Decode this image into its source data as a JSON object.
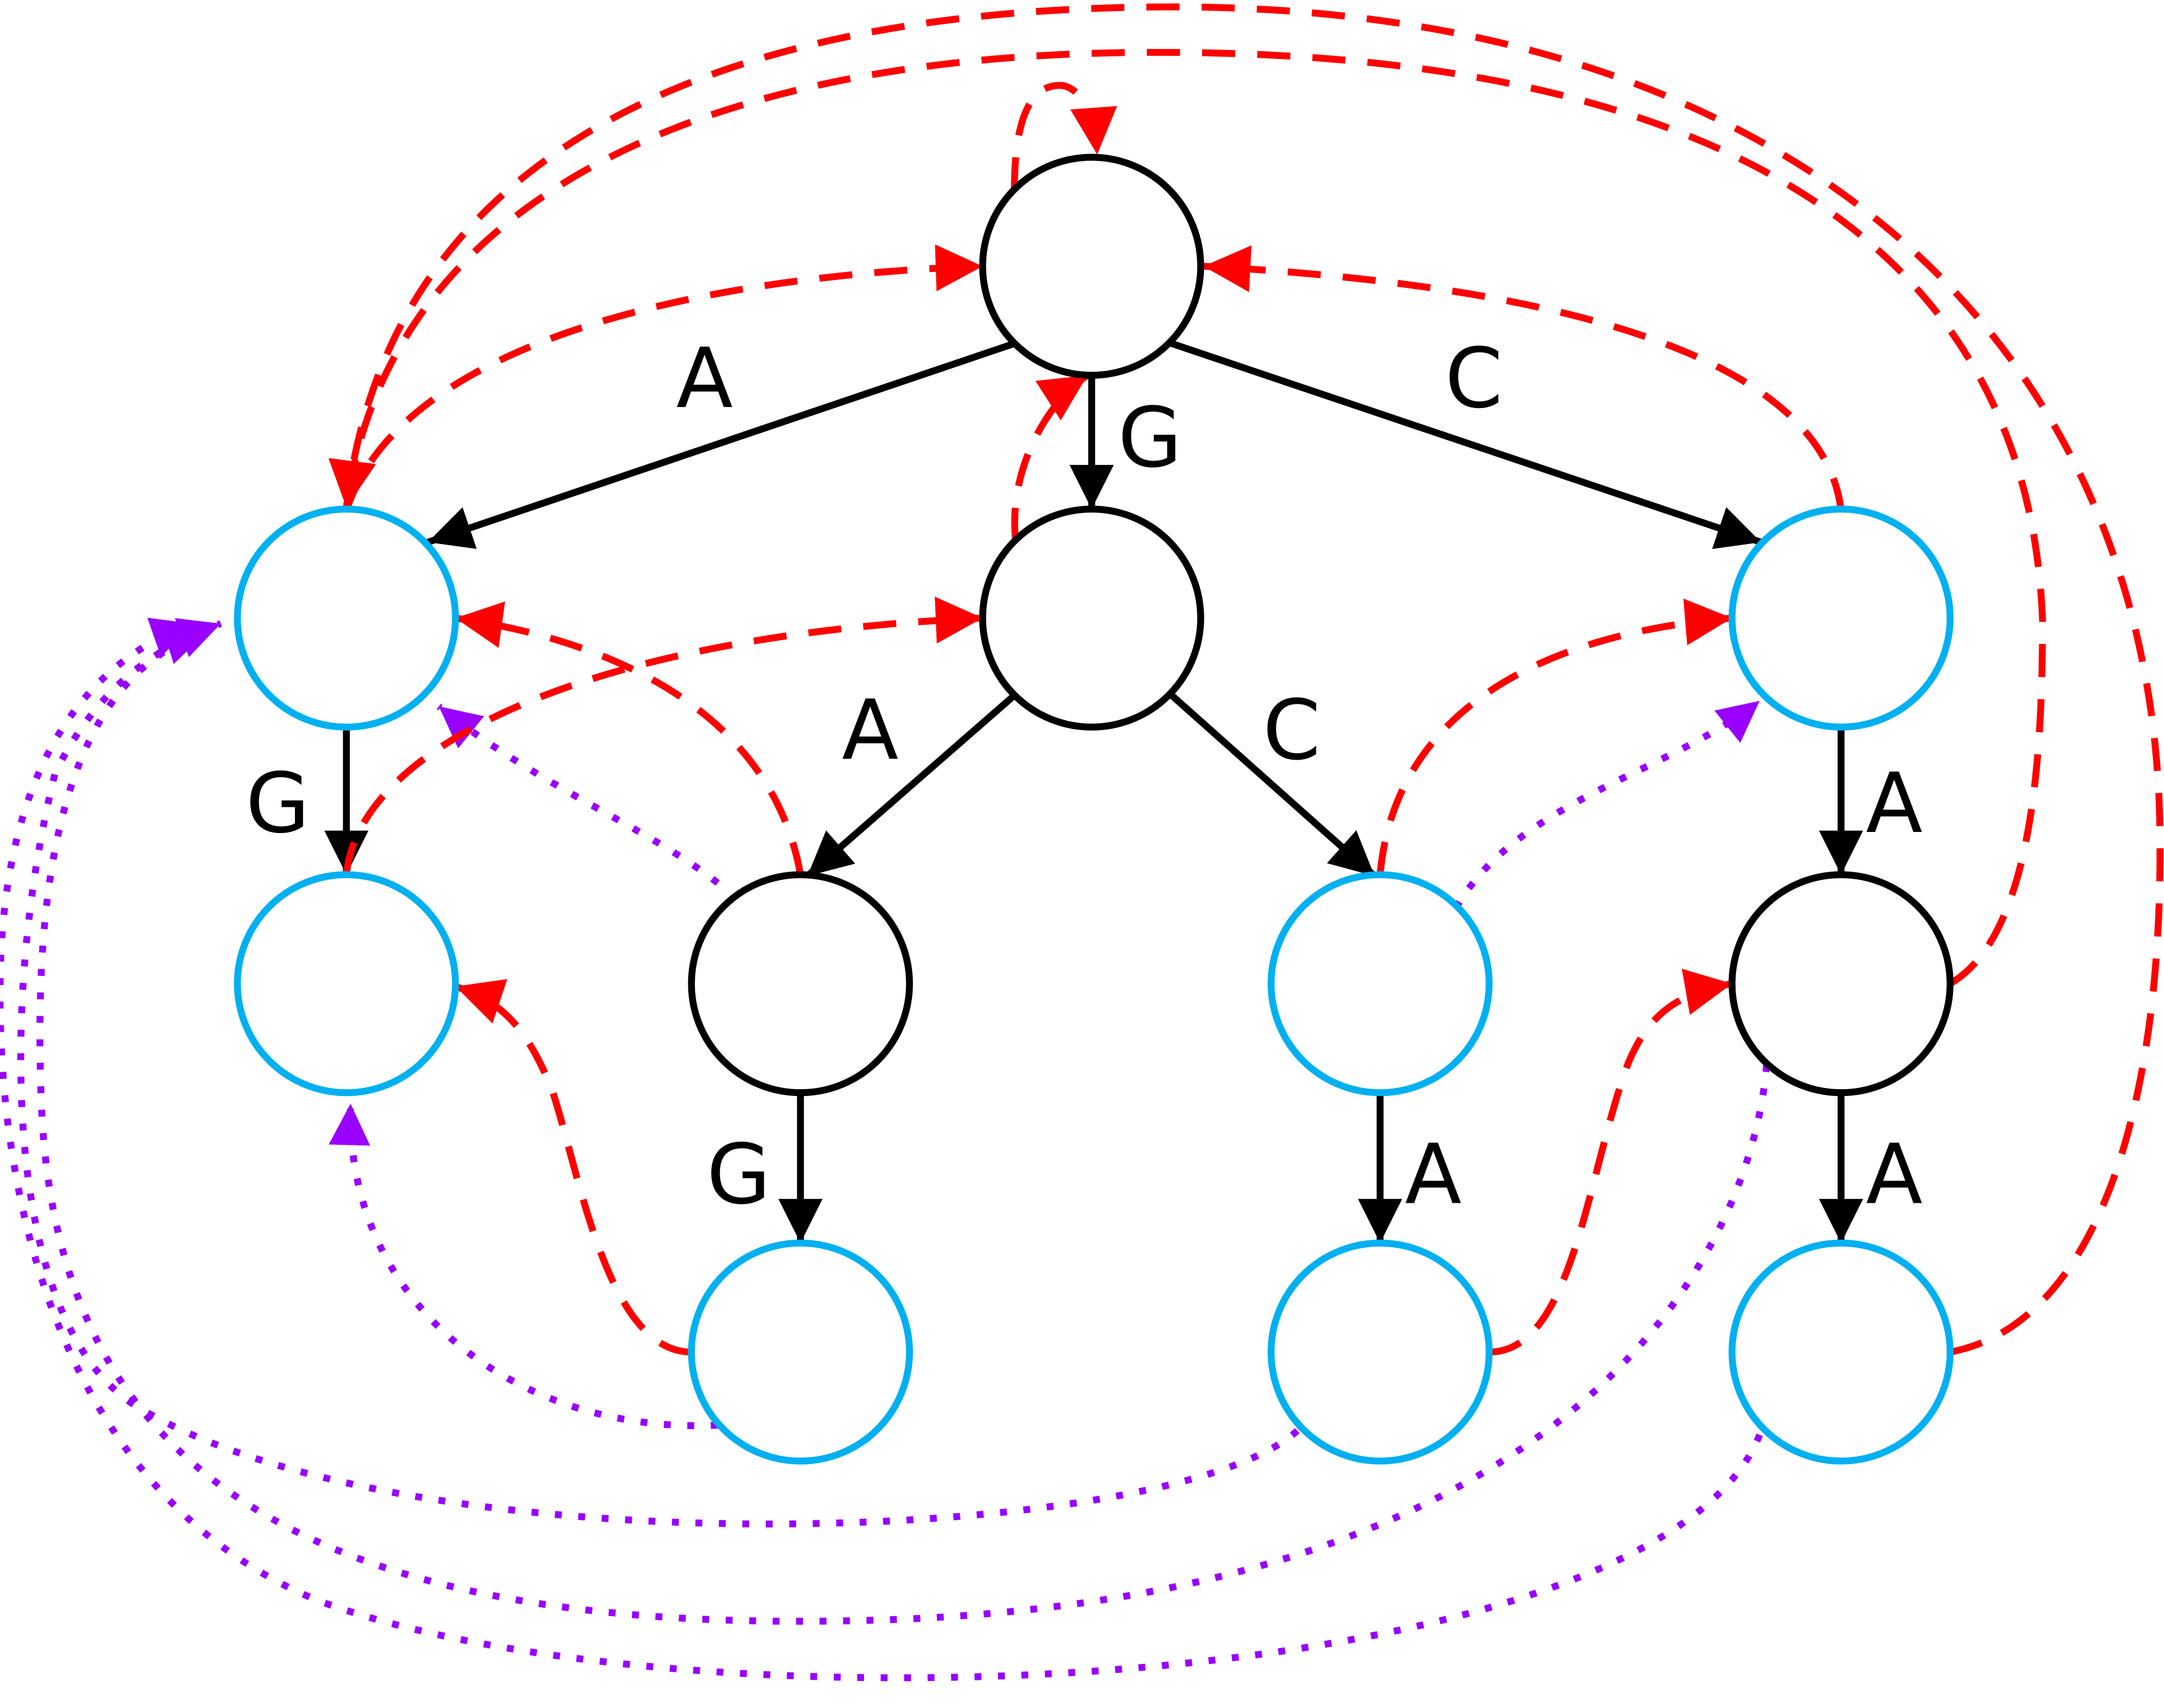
{
  "diagram": {
    "type": "aho-corasick-trie",
    "colors": {
      "node_plain": "#000000",
      "node_output": "#00b0f0",
      "goto_edge": "#000000",
      "failure_link": "#ff0000",
      "dictionary_link": "#9900ff"
    },
    "nodes": [
      {
        "id": "root",
        "output": false
      },
      {
        "id": "A",
        "output": true
      },
      {
        "id": "G",
        "output": false
      },
      {
        "id": "C",
        "output": true
      },
      {
        "id": "AG",
        "output": true
      },
      {
        "id": "GA",
        "output": false
      },
      {
        "id": "GC",
        "output": true
      },
      {
        "id": "CA",
        "output": false
      },
      {
        "id": "GAG",
        "output": true
      },
      {
        "id": "GCA",
        "output": true
      },
      {
        "id": "CAA",
        "output": true
      }
    ],
    "edges": [
      {
        "from": "root",
        "to": "A",
        "label": "A"
      },
      {
        "from": "root",
        "to": "G",
        "label": "G"
      },
      {
        "from": "root",
        "to": "C",
        "label": "C"
      },
      {
        "from": "A",
        "to": "AG",
        "label": "G"
      },
      {
        "from": "G",
        "to": "GA",
        "label": "A"
      },
      {
        "from": "G",
        "to": "GC",
        "label": "C"
      },
      {
        "from": "C",
        "to": "CA",
        "label": "A"
      },
      {
        "from": "GA",
        "to": "GAG",
        "label": "G"
      },
      {
        "from": "GC",
        "to": "GCA",
        "label": "A"
      },
      {
        "from": "CA",
        "to": "CAA",
        "label": "A"
      }
    ],
    "failure_links": [
      {
        "from": "root",
        "to": "root"
      },
      {
        "from": "A",
        "to": "root"
      },
      {
        "from": "G",
        "to": "root"
      },
      {
        "from": "C",
        "to": "root"
      },
      {
        "from": "AG",
        "to": "G"
      },
      {
        "from": "GA",
        "to": "A"
      },
      {
        "from": "GC",
        "to": "C"
      },
      {
        "from": "CA",
        "to": "A"
      },
      {
        "from": "GAG",
        "to": "AG"
      },
      {
        "from": "GCA",
        "to": "CA"
      },
      {
        "from": "CAA",
        "to": "A"
      }
    ],
    "dictionary_links": [
      {
        "from": "GA",
        "to": "A"
      },
      {
        "from": "GC",
        "to": "C"
      },
      {
        "from": "GAG",
        "to": "AG"
      },
      {
        "from": "GCA",
        "to": "A"
      },
      {
        "from": "CA",
        "to": "A"
      },
      {
        "from": "CAA",
        "to": "A"
      }
    ]
  }
}
